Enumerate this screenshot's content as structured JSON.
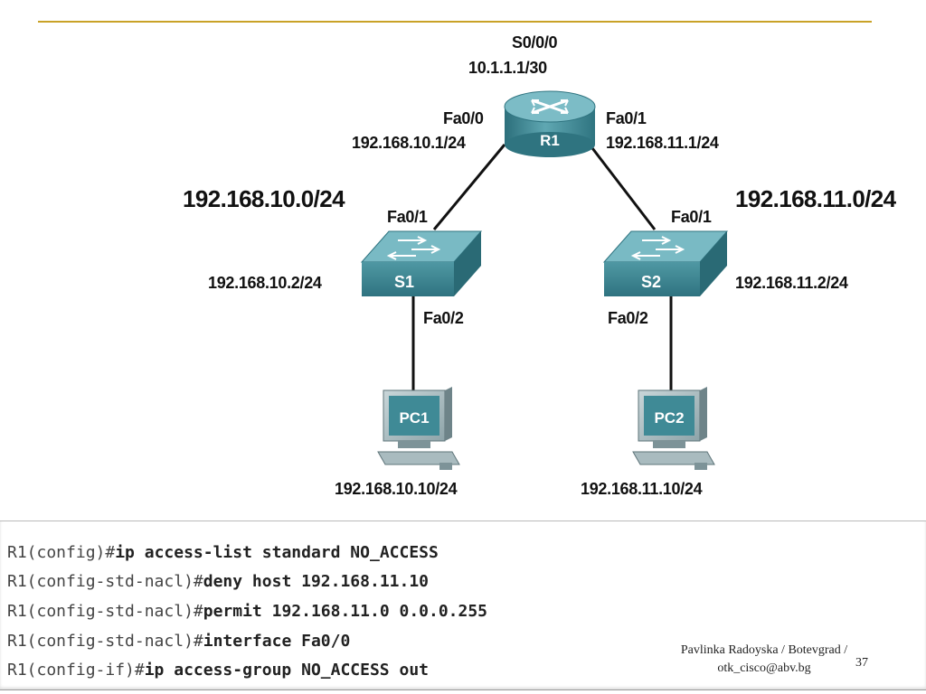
{
  "diagram": {
    "router": {
      "name": "R1",
      "serial_interface": "S0/0/0",
      "serial_ip": "10.1.1.1/30",
      "fa0_0": "Fa0/0",
      "fa0_0_ip": "192.168.10.1/24",
      "fa0_1": "Fa0/1",
      "fa0_1_ip": "192.168.11.1/24"
    },
    "networks": {
      "left": "192.168.10.0/24",
      "right": "192.168.11.0/24"
    },
    "switches": [
      {
        "name": "S1",
        "uplink": "Fa0/1",
        "downlink": "Fa0/2",
        "ip": "192.168.10.2/24"
      },
      {
        "name": "S2",
        "uplink": "Fa0/1",
        "downlink": "Fa0/2",
        "ip": "192.168.11.2/24"
      }
    ],
    "pcs": [
      {
        "name": "PC1",
        "ip": "192.168.10.10/24"
      },
      {
        "name": "PC2",
        "ip": "192.168.11.10/24"
      }
    ]
  },
  "cli": [
    {
      "prompt": "R1(config)#",
      "command": "ip access-list standard NO_ACCESS"
    },
    {
      "prompt": "R1(config-std-nacl)#",
      "command": "deny host 192.168.11.10"
    },
    {
      "prompt": "R1(config-std-nacl)#",
      "command": "permit 192.168.11.0 0.0.0.255"
    },
    {
      "prompt": "R1(config-std-nacl)#",
      "command": "interface Fa0/0"
    },
    {
      "prompt": "R1(config-if)#",
      "command": "ip access-group NO_ACCESS out"
    }
  ],
  "footer": {
    "line1": "Pavlinka Radoyska / Botevgrad /",
    "line2": "otk_cisco@abv.bg",
    "page_number": "37"
  },
  "colors": {
    "rule": "#c9a227",
    "device_teal": "#3f8a96",
    "device_top": "#6fb0bb"
  }
}
